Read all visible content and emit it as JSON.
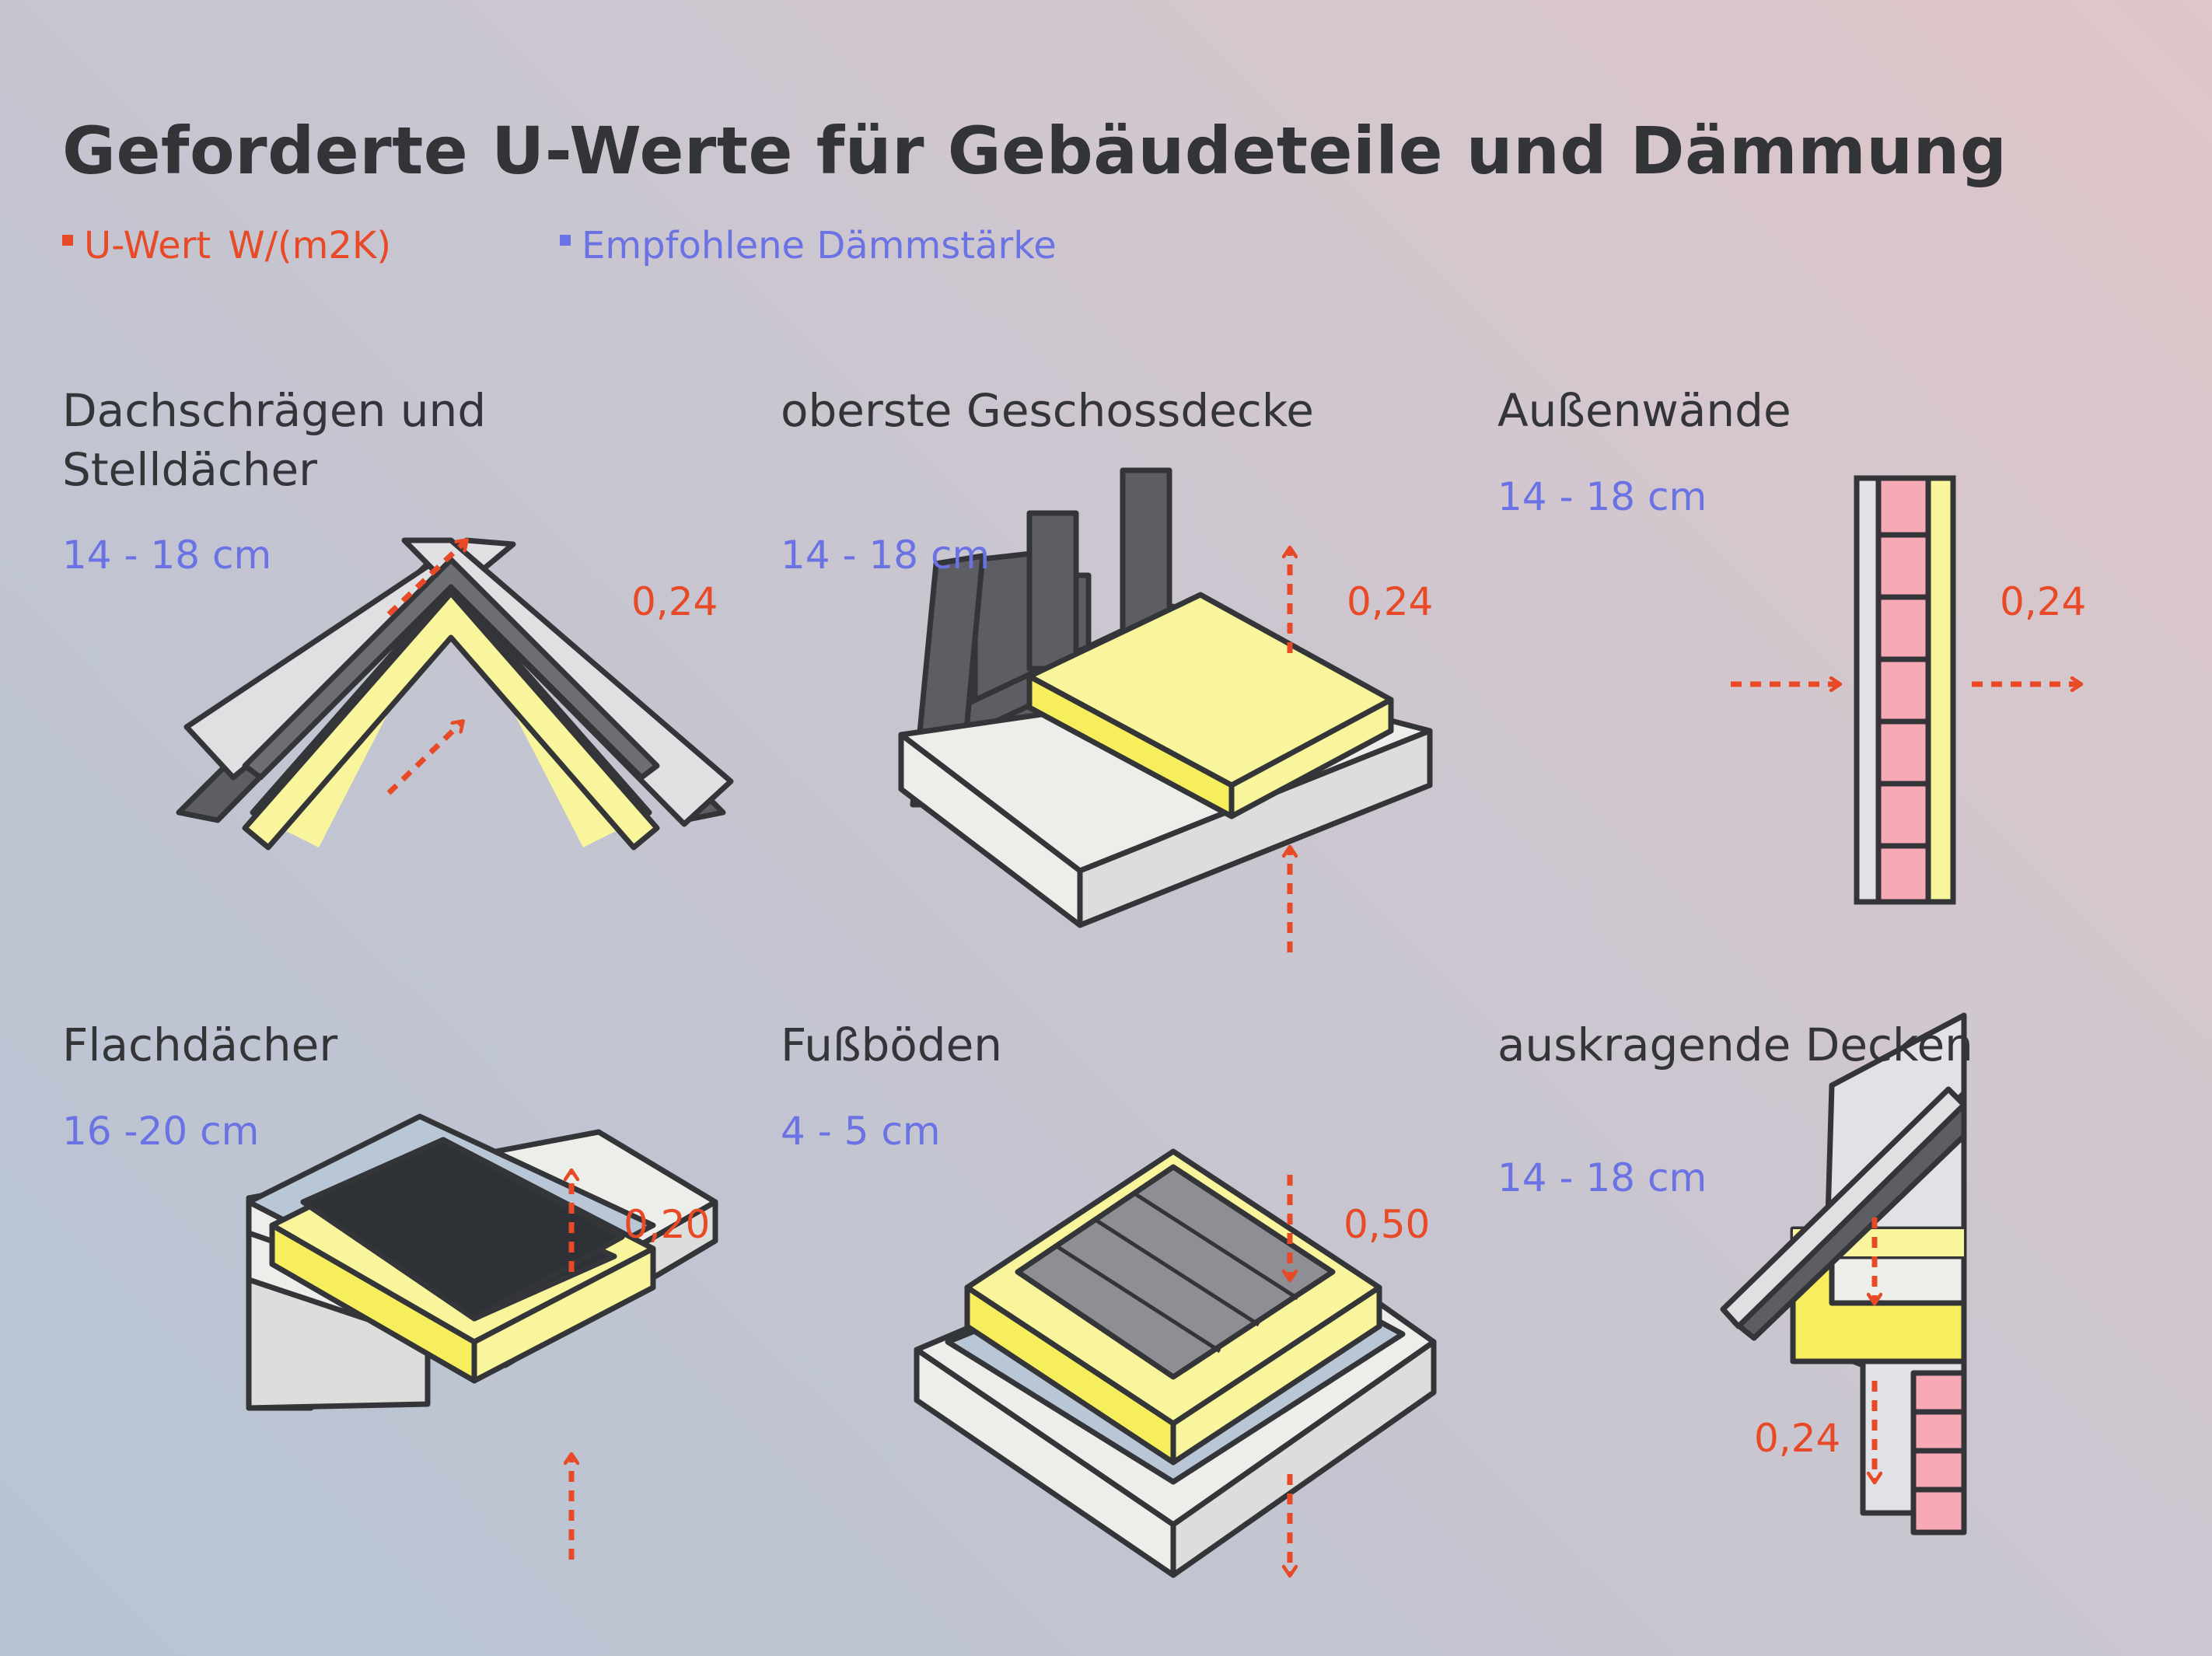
{
  "title": "Geforderte U-Werte für Gebäudeteile und Dämmung",
  "legend": {
    "u_label": "U-Wert",
    "u_unit": "W/(m2K)",
    "d_label": "Empfohlene Dämmstärke"
  },
  "colors": {
    "u_value": "#e84a27",
    "thickness": "#6a72e4",
    "insulation": "#f8f59c",
    "insulation_side": "#f7ee5e",
    "dark": "#343539",
    "brick": "#f7a9b6",
    "concrete": "#eceeea",
    "membrane": "#b9c6d6"
  },
  "panels": [
    {
      "id": "dachschraegen",
      "title": "Dachschrägen und Stelldächer",
      "thickness": "14 - 18 cm",
      "u_value": "0,24"
    },
    {
      "id": "geschossdecke",
      "title": "oberste Geschossdecke",
      "thickness": "14 - 18 cm",
      "u_value": "0,24"
    },
    {
      "id": "aussenwaende",
      "title": "Außenwände",
      "thickness": "14 - 18 cm",
      "u_value": "0,24"
    },
    {
      "id": "flachdaecher",
      "title": "Flachdächer",
      "thickness": "16 -20 cm",
      "u_value": "0,20"
    },
    {
      "id": "fussboeden",
      "title": "Fußböden",
      "thickness": "4 - 5 cm",
      "u_value": "0,50"
    },
    {
      "id": "auskragende",
      "title": "auskragende Decken",
      "thickness": "14 - 18 cm",
      "u_value": "0,24"
    }
  ]
}
